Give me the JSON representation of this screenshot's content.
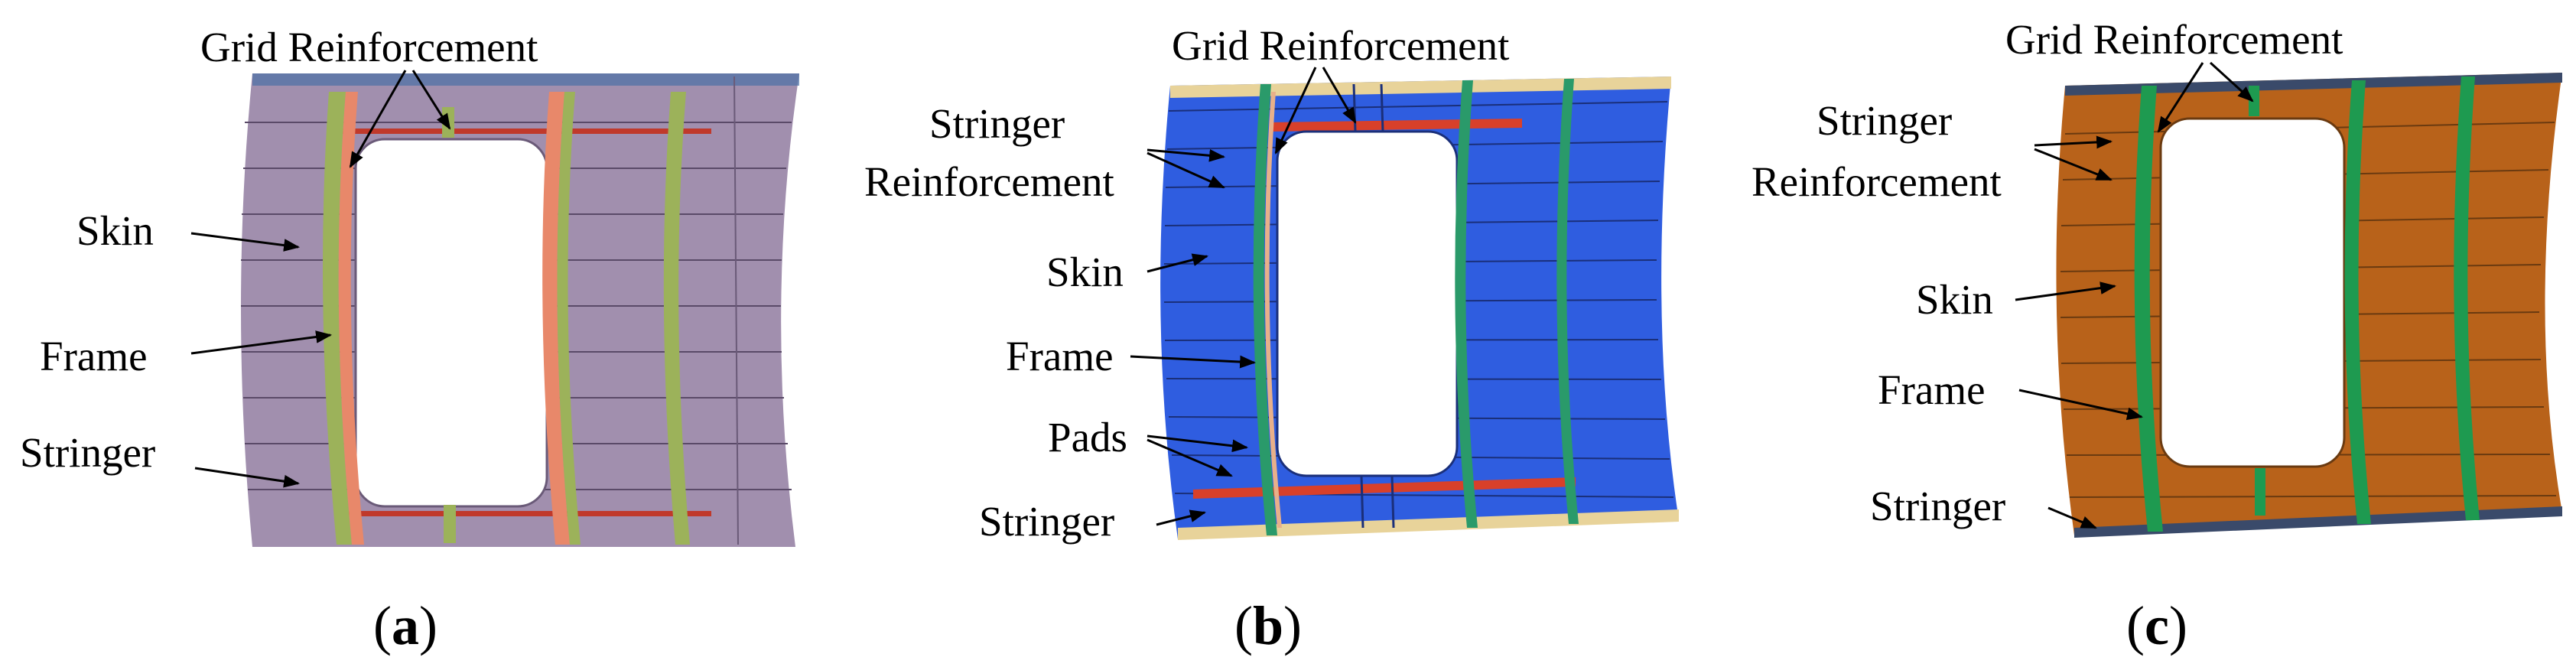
{
  "panels": [
    {
      "id": "a",
      "caption_letter": "a",
      "colors": {
        "skin": "#a18fae",
        "skin_light": "#b6a8c1",
        "frame": "#e8886a",
        "frame_alt": "#9cb25a",
        "stringer": "#5a4a68",
        "reinforcement": "#c0392b",
        "edge": "#4a6fa5"
      },
      "labels": {
        "grid": "Grid Reinforcement",
        "skin": "Skin",
        "frame": "Frame",
        "stringer": "Stringer"
      }
    },
    {
      "id": "b",
      "caption_letter": "b",
      "colors": {
        "skin": "#2f5de0",
        "skin_light": "#5a80ee",
        "frame": "#2a9a6a",
        "frame_alt": "#2a9a6a",
        "stringer": "#1b3a9a",
        "reinforcement": "#d8402a",
        "edge": "#e8d39a",
        "pads": "#e8b08a"
      },
      "labels": {
        "grid": "Grid Reinforcement",
        "stringer_reinf_1": "Stringer",
        "stringer_reinf_2": "Reinforcement",
        "skin": "Skin",
        "frame": "Frame",
        "pads": "Pads",
        "stringer": "Stringer"
      }
    },
    {
      "id": "c",
      "caption_letter": "c",
      "colors": {
        "skin": "#b8621a",
        "skin_light": "#c97a34",
        "frame": "#1e9a50",
        "frame_alt": "#1e9a50",
        "stringer": "#6a3a10",
        "reinforcement": "#1e9a50",
        "edge": "#3a4a6a"
      },
      "labels": {
        "grid": "Grid Reinforcement",
        "stringer_reinf_1": "Stringer",
        "stringer_reinf_2": "Reinforcement",
        "skin": "Skin",
        "frame": "Frame",
        "stringer": "Stringer"
      }
    }
  ]
}
